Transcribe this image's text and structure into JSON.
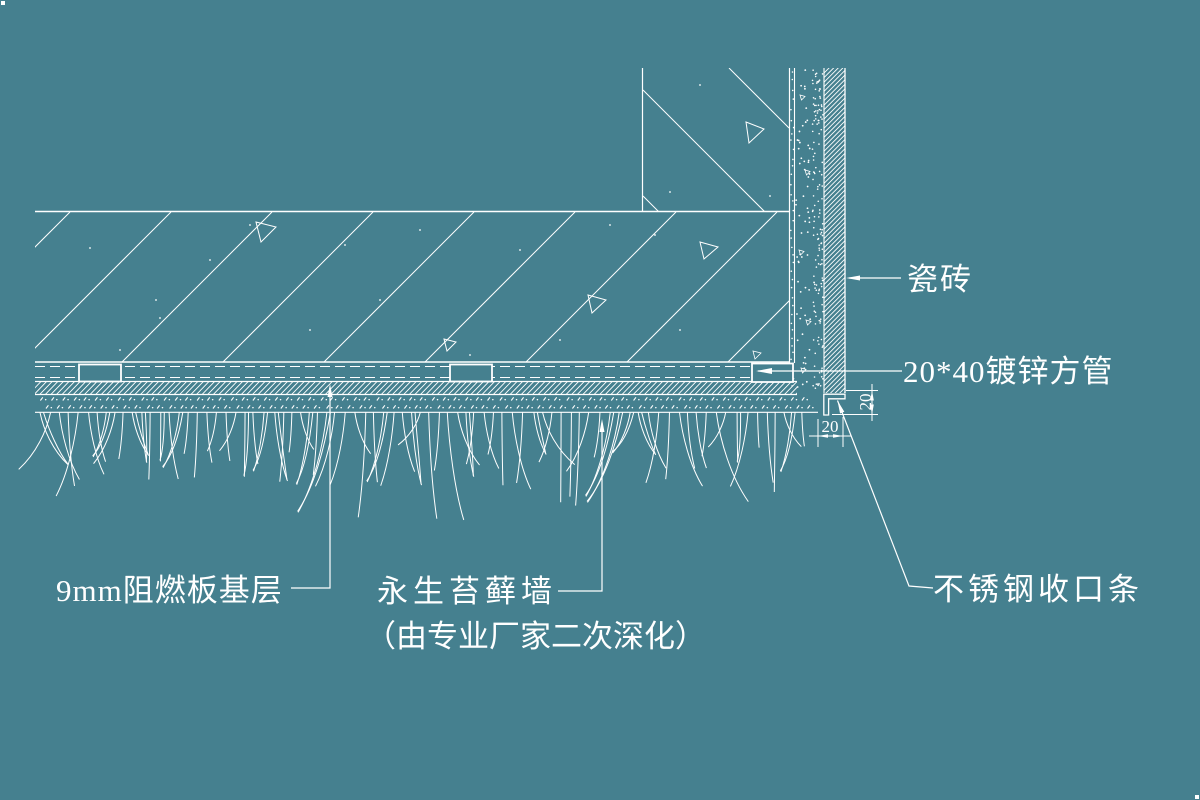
{
  "colors": {
    "background": "#45808F",
    "line": "#FFFFFF"
  },
  "annotations": {
    "tile": {
      "text": "瓷砖"
    },
    "square_tube": {
      "text": "20*40镀锌方管"
    },
    "flame_board": {
      "text": "9mm阻燃板基层"
    },
    "moss_wall": {
      "line1": "永生苔藓墙",
      "line2": "（由专业厂家二次深化）"
    },
    "steel_trim": {
      "text": "不锈钢收口条"
    }
  },
  "dimensions": {
    "tile_thickness": "20",
    "trim_width": "20"
  }
}
